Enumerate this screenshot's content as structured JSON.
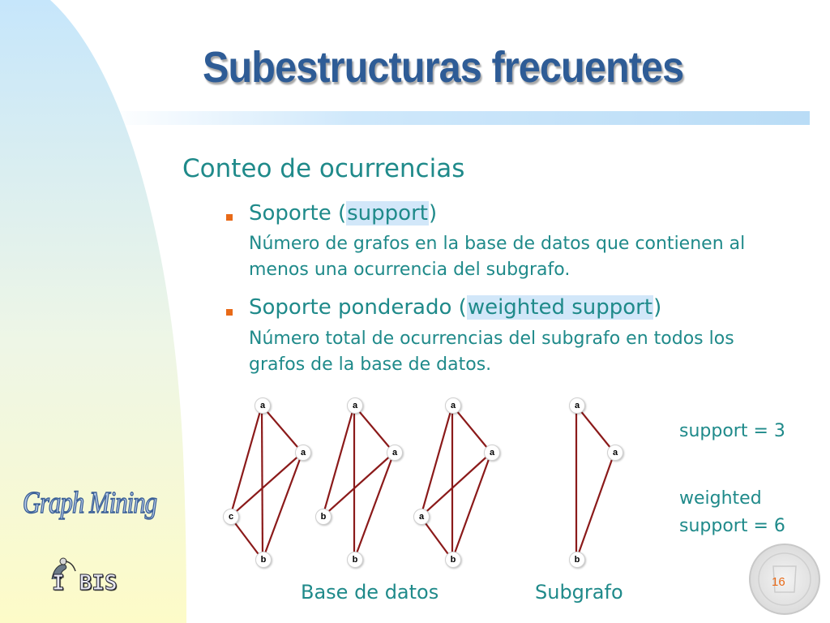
{
  "slide": {
    "title": "Subestructuras frecuentes",
    "heading": "Conteo de ocurrencias",
    "bullets": [
      {
        "prefix": "Soporte (",
        "term": "support",
        "suffix": ")",
        "desc_line1": "Número de grafos en la base de datos que contienen al",
        "desc_line2": "menos una ocurrencia del subgrafo."
      },
      {
        "prefix": "Soporte ponderado (",
        "term": "weighted support",
        "suffix": ")",
        "desc_line1": "Número total de ocurrencias del subgrafo en todos los",
        "desc_line2": "grafos de la base de datos."
      }
    ],
    "side_notes": {
      "support": "support = 3",
      "weighted_line1": "weighted",
      "weighted_line2": "support = 6"
    },
    "captions": {
      "database": "Base de datos",
      "subgraph": "Subgrafo"
    },
    "graphs": {
      "g1": {
        "top": "a",
        "right": "a",
        "left": "c",
        "bottom": "b"
      },
      "g2": {
        "top": "a",
        "right": "a",
        "left": "b",
        "bottom": "b"
      },
      "g3": {
        "top": "a",
        "right": "a",
        "left": "a",
        "bottom": "b"
      },
      "sub": {
        "top": "a",
        "right": "a",
        "bottom": "b"
      }
    },
    "logo": {
      "graph_mining": "Graph Mining",
      "ibis_prefix": "I",
      "ibis_suffix": "BIS",
      "bird_icon": "ibis-bird-icon"
    },
    "page_number": "16",
    "colors": {
      "title": "#2e5c96",
      "accent_text": "#1f8a8a",
      "bullet": "#e86a18",
      "edge": "#8b1a1a"
    }
  }
}
